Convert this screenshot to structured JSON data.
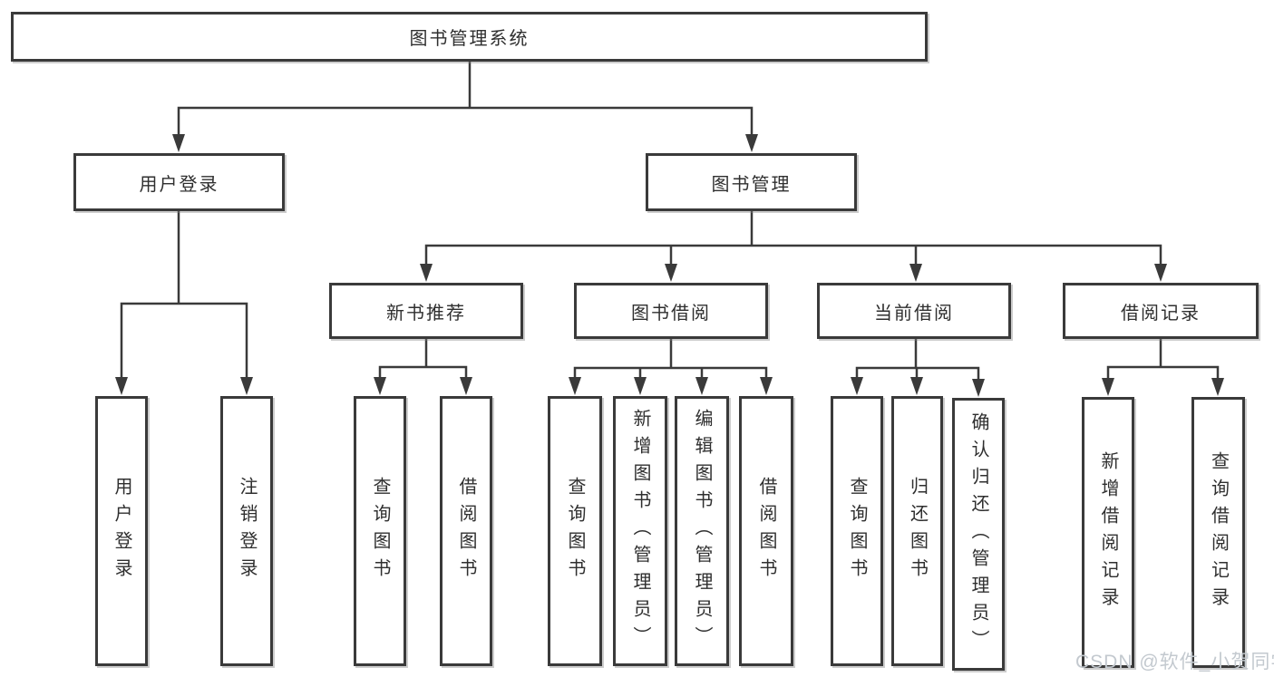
{
  "diagram": {
    "root": {
      "label": "图书管理系统"
    },
    "branches": [
      {
        "label": "用户登录",
        "children": [
          {
            "label": "用户登录"
          },
          {
            "label": "注销登录"
          }
        ]
      },
      {
        "label": "图书管理",
        "children": [
          {
            "label": "新书推荐",
            "children": [
              {
                "label": "查询图书"
              },
              {
                "label": "借阅图书"
              }
            ]
          },
          {
            "label": "图书借阅",
            "children": [
              {
                "label": "查询图书"
              },
              {
                "label": "新增图书（管理员）"
              },
              {
                "label": "编辑图书（管理员）"
              },
              {
                "label": "借阅图书"
              }
            ]
          },
          {
            "label": "当前借阅",
            "children": [
              {
                "label": "查询图书"
              },
              {
                "label": "归还图书"
              },
              {
                "label": "确认归还（管理员）"
              }
            ]
          },
          {
            "label": "借阅记录",
            "children": [
              {
                "label": "新增借阅记录"
              },
              {
                "label": "查询借阅记录"
              }
            ]
          }
        ]
      }
    ]
  },
  "watermark": {
    "text": "CSDN @软件_小贺同学",
    "color": "#c3c9cf"
  },
  "colors": {
    "line": "#3a3a3a",
    "box_border": "#3a3a3a",
    "text": "#2f2f2f",
    "background": "#ffffff"
  }
}
